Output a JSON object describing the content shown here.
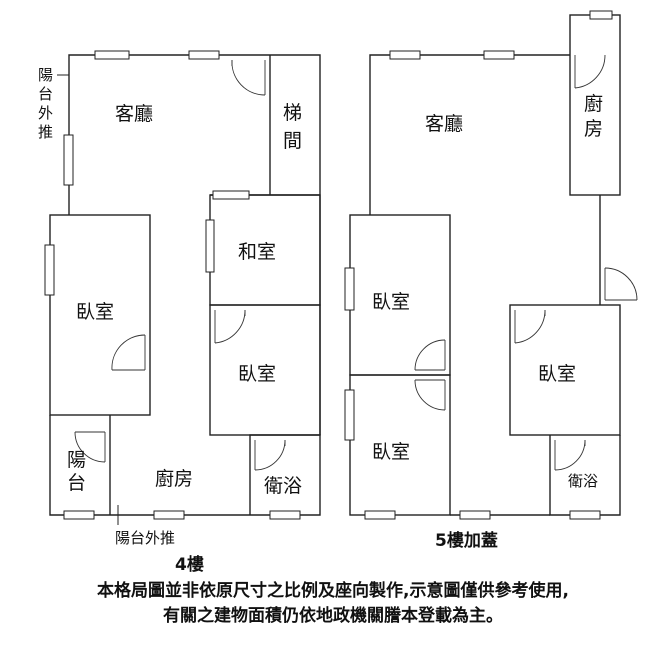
{
  "floor4": {
    "caption": "4樓",
    "rooms": {
      "living": "客廳",
      "stairs_1": "梯",
      "stairs_2": "間",
      "tatami": "和室",
      "bedroom_left": "臥室",
      "bedroom_right": "臥室",
      "balcony_1": "陽",
      "balcony_2": "台",
      "kitchen": "廚房",
      "bath": "衛浴"
    },
    "balcony_out_top": [
      "陽",
      "台",
      "外",
      "推"
    ],
    "balcony_out_bottom": "陽台外推"
  },
  "floor5": {
    "caption": "5樓加蓋",
    "rooms": {
      "living": "客廳",
      "kitchen_1": "廚",
      "kitchen_2": "房",
      "bedroom_upper": "臥室",
      "bedroom_lower": "臥室",
      "bedroom_right": "臥室",
      "bath": "衛浴"
    }
  },
  "disclaimer": {
    "line1": "本格局圖並非依原尺寸之比例及座向製作,示意圖僅供參考使用,",
    "line2": "有關之建物面積仍依地政機關謄本登載為主。"
  }
}
